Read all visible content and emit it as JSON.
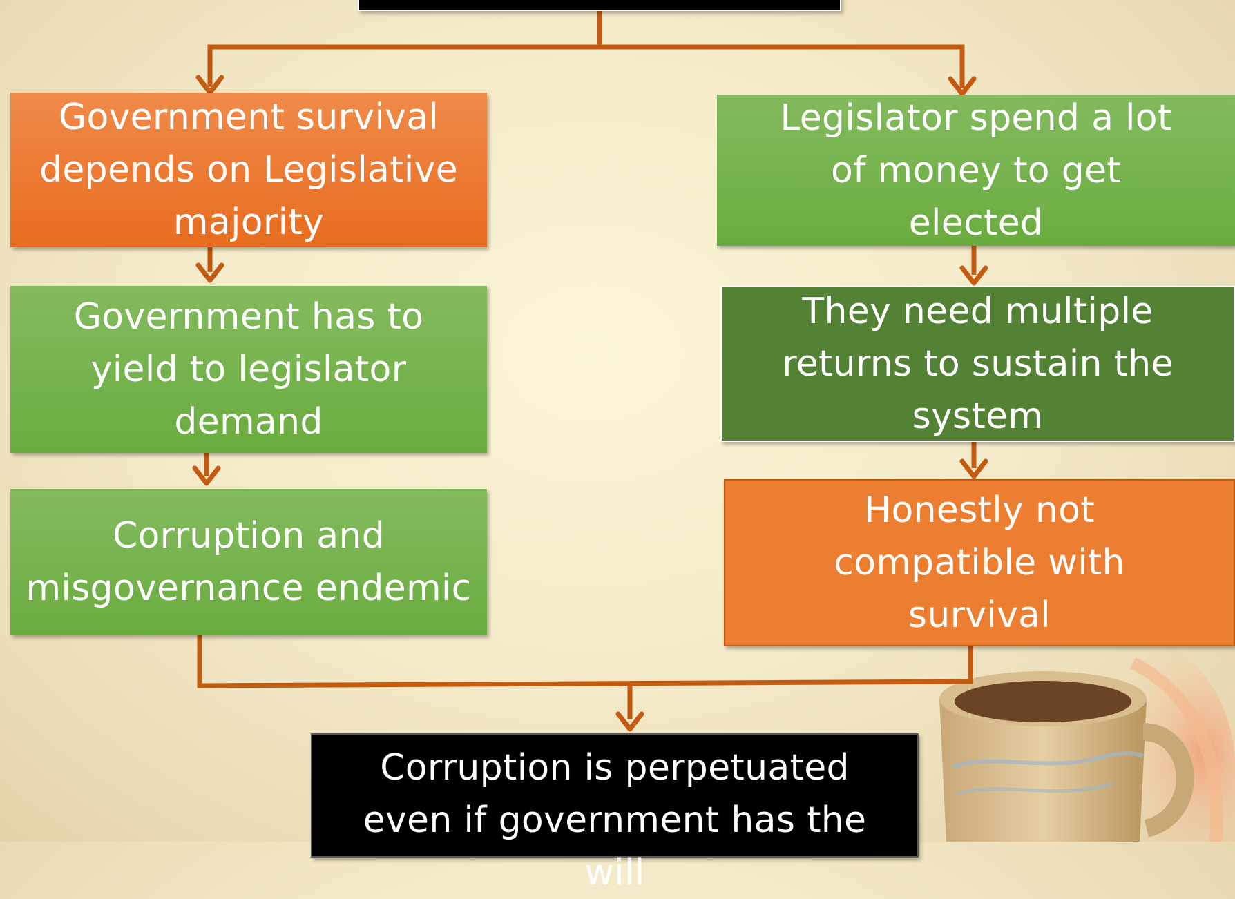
{
  "diagram": {
    "left_column": [
      "Government survival depends on Legislative majority",
      "Government has to yield to legislator demand",
      "Corruption and misgovernance endemic"
    ],
    "right_column": [
      "Legislator spend a lot of money to get elected",
      "They need multiple returns to sustain the system",
      "Honestly not compatible with survival"
    ],
    "conclusion": "Corruption is perpetuated even if government has the will"
  },
  "colors": {
    "connector": "#c55a11",
    "orange": "#ec7e31",
    "green": "#70ad47",
    "dark_green": "#548235",
    "black": "#000000"
  }
}
